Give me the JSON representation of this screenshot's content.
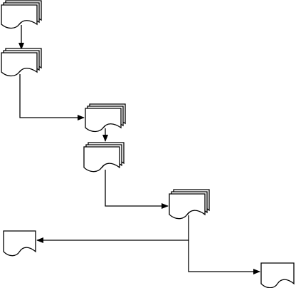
{
  "diagram": {
    "type": "flowchart",
    "shape_kind": "document",
    "stroke_color": "#000000",
    "background_color": "#ffffff",
    "nodes": [
      {
        "id": "multi-document-1",
        "name": "multi-document-node-1",
        "variant": "multi-document",
        "stack_layers": 3,
        "label": ""
      },
      {
        "id": "multi-document-2",
        "name": "multi-document-node-2",
        "variant": "multi-document",
        "stack_layers": 3,
        "label": ""
      },
      {
        "id": "multi-document-3",
        "name": "multi-document-node-3",
        "variant": "multi-document",
        "stack_layers": 3,
        "label": ""
      },
      {
        "id": "multi-document-4",
        "name": "multi-document-node-4",
        "variant": "multi-document",
        "stack_layers": 3,
        "label": ""
      },
      {
        "id": "multi-document-5",
        "name": "multi-document-node-5",
        "variant": "multi-document",
        "stack_layers": 3,
        "label": ""
      },
      {
        "id": "single-document-left",
        "name": "single-document-node-left",
        "variant": "document",
        "stack_layers": 1,
        "label": ""
      },
      {
        "id": "single-document-right",
        "name": "single-document-node-right",
        "variant": "document",
        "stack_layers": 1,
        "label": ""
      }
    ],
    "edges": [
      {
        "from": "multi-document-1",
        "to": "multi-document-2",
        "arrow": true
      },
      {
        "from": "multi-document-2",
        "to": "multi-document-3",
        "arrow": true
      },
      {
        "from": "multi-document-3",
        "to": "multi-document-4",
        "arrow": true
      },
      {
        "from": "multi-document-4",
        "to": "multi-document-5",
        "arrow": true
      },
      {
        "from": "multi-document-5",
        "to": "single-document-left",
        "arrow": true
      },
      {
        "from": "multi-document-5",
        "to": "single-document-right",
        "arrow": true
      }
    ]
  }
}
